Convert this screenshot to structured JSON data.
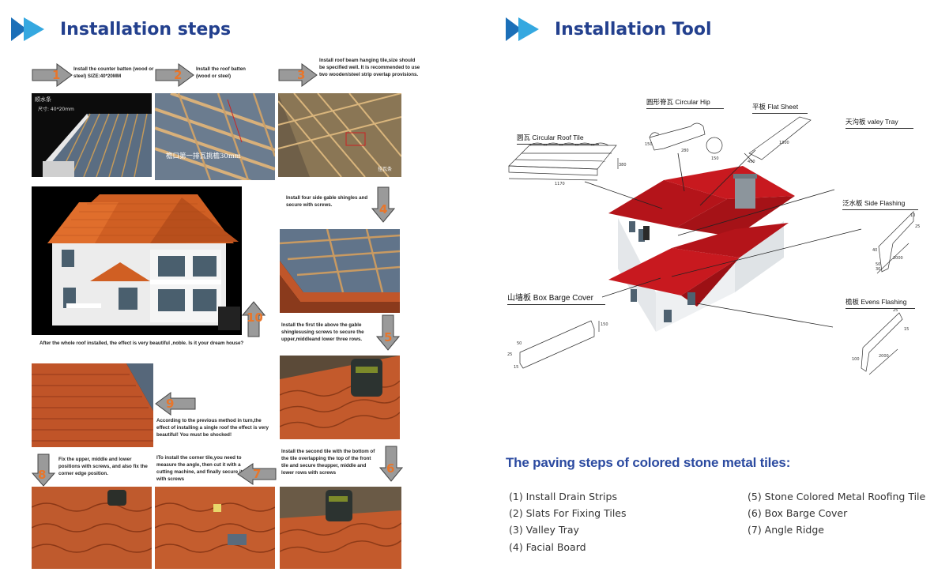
{
  "headers": {
    "left": "Installation steps",
    "right": "Installation Tool"
  },
  "steps": [
    {
      "num": "1",
      "caption": "Install the counter batten (wood or steel)  SIZE:40*20MM"
    },
    {
      "num": "2",
      "caption": "Install the roof batten (wood or steel)"
    },
    {
      "num": "3",
      "caption": "Install roof beam hanging tile,size should be specified well. It is recommended to use two wooden/steel strip overlap provisions."
    },
    {
      "num": "4",
      "caption": "Install four side gable shingles and secure with screws."
    },
    {
      "num": "5",
      "caption": "Install the first tile above the gable shinglesusing screws to secure the upper,middleand lower three rows."
    },
    {
      "num": "6",
      "caption": "Install the second tile with the bottom of the tile overlapping the top of the front tile and secure theupper, middle and lower rows with screws"
    },
    {
      "num": "7",
      "caption": "ITo install the corner tile,you need to measure the angle, then cut it with a cutting machine, and finally secure it with screws"
    },
    {
      "num": "8",
      "caption": "Fix the upper, middle and lower positions with screws, and also fix the corner edge position."
    },
    {
      "num": "9",
      "caption": "According to the previous method in turn,the effect of installing a single roof the effect is very beautiful! You must be shocked!"
    },
    {
      "num": "10",
      "caption": "After the whole roof installed, the effect is very beautiful ,noble. Is it your dream house?"
    }
  ],
  "photo_text": {
    "p1_label1": "顺水条",
    "p1_label2": "尺寸: 40*20mm",
    "p2_label": "檐口第一排瓦挑檐30mm",
    "p3_label": "挂瓦条"
  },
  "parts": {
    "circular_hip": "圆形脊瓦 Circular Hip",
    "flat_sheet": "平板  Flat  Sheet",
    "valley_tray": "天沟板  valey  Tray",
    "circular_roof_tile": "圆瓦  Circular Roof Tile",
    "side_flashing": "泛水板  Side  Flashing",
    "box_barge_cover": "山墙板  Box Barge Cover",
    "evens_flashing": "檐板 Evens  Flashing"
  },
  "dims": {
    "tile_w": "1170",
    "tile_h": "380",
    "hip_w": "280",
    "hip_h": "150",
    "hip_d": "150",
    "flat_w": "1300",
    "flat_h": "450",
    "side_a": "10",
    "side_b": "25",
    "side_c": "40",
    "side_d": "50",
    "side_e": "30",
    "side_len": "2000",
    "barge_a": "150",
    "barge_b": "50",
    "barge_c": "25",
    "barge_d": "15",
    "eave_a": "25",
    "eave_b": "15",
    "eave_c": "100",
    "eave_len": "2000"
  },
  "paving": {
    "title": "The paving steps of colored stone metal tiles:",
    "items": [
      "(1)  Install Drain Strips",
      "(2)  Slats For Fixing Tiles",
      "(3)  Valley Tray",
      "(4)  Facial Board",
      "(5)  Stone Colored Metal Roofing Tile",
      "(6)   Box Barge Cover",
      "(7)    Angle Ridge"
    ]
  },
  "colors": {
    "heading": "#23408e",
    "chevron_dark": "#1b6fb8",
    "chevron_light": "#35a8e0",
    "step_number": "#e8762b",
    "tile_red": "#c0392b",
    "terracotta": "#c8562a"
  }
}
